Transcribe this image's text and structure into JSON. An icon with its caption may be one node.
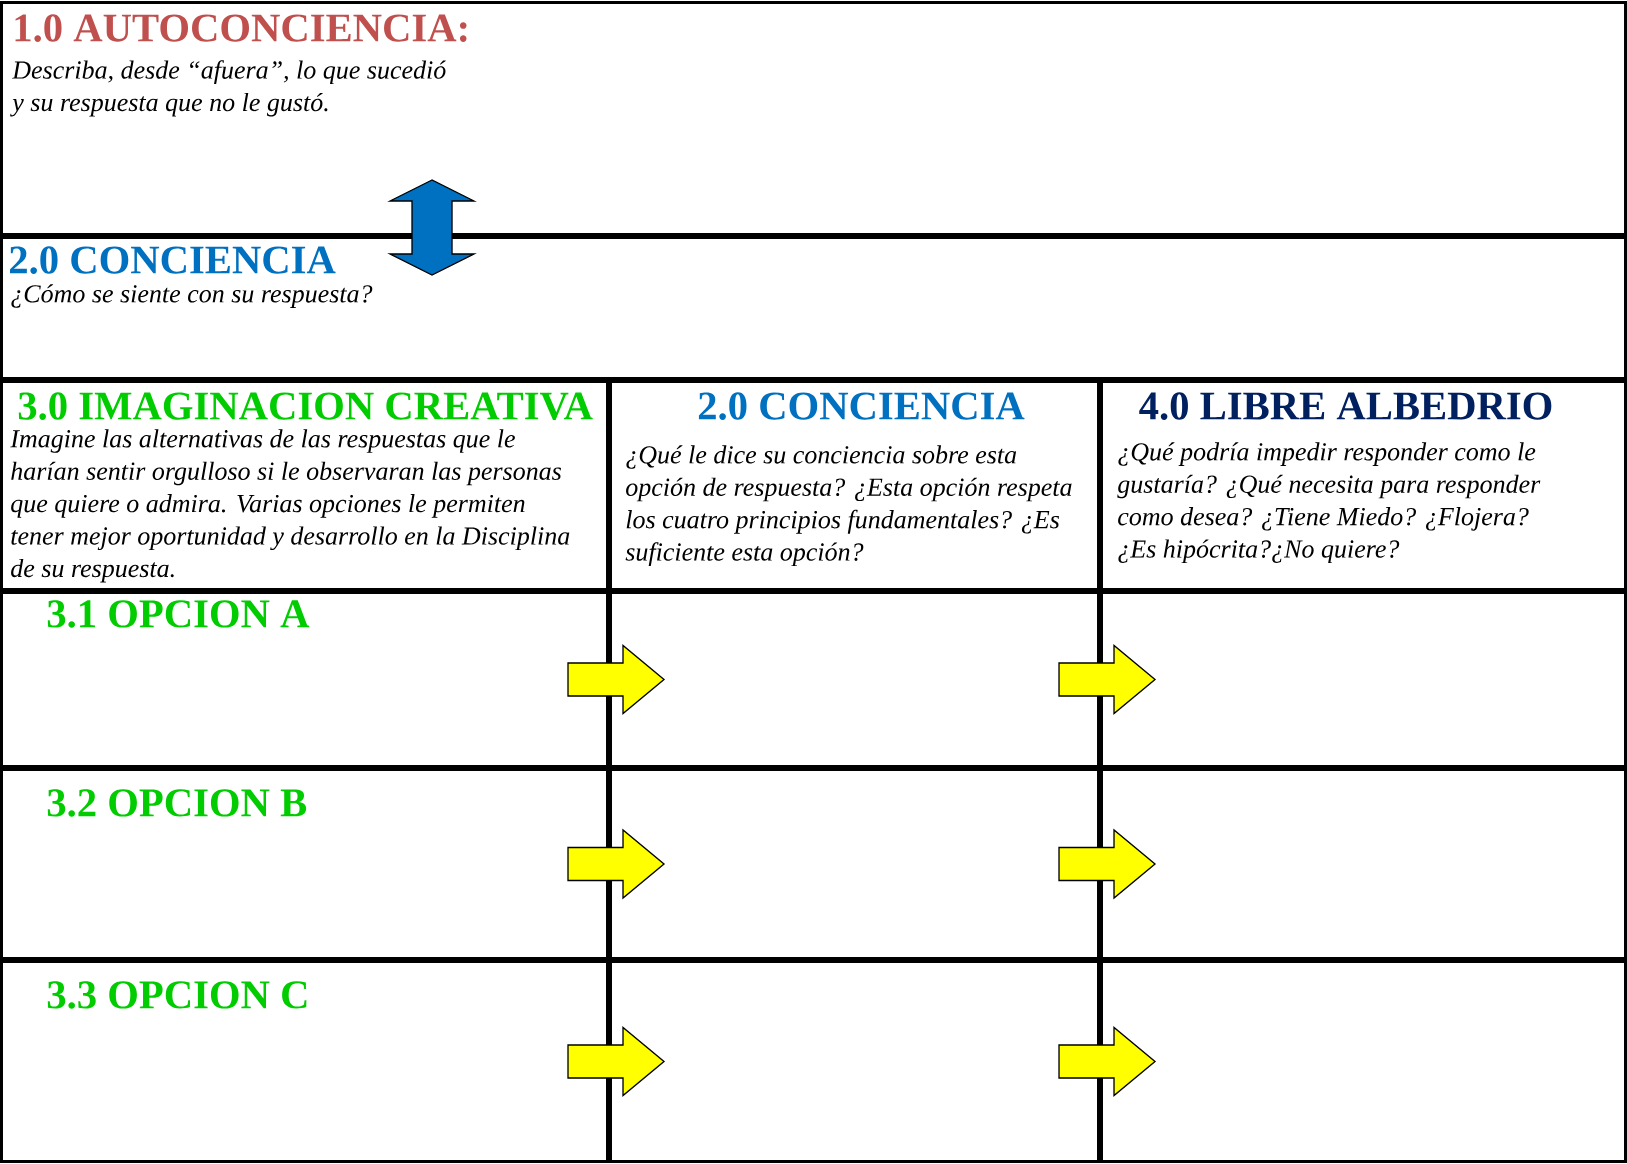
{
  "diagram": {
    "nodes": [
      {
        "text": [
          "1.0 AUTOCONCIENCIA:",
          "Describa, desde “afuera”, lo que sucedió y su respuesta que no le gustó."
        ]
      },
      {
        "text": [
          "2.0 CONCIENCIA",
          "¿Cómo se siente con su respuesta?"
        ]
      },
      {
        "text": [
          "3.0 IMAGINACION CREATIVA",
          "Imagine las alternativas de las respuestas que le harían sentir orgulloso si le observaran las personas que quiere o admira. Varias opciones le permiten tener mejor oportunidad y desarrollo en la Disciplina de su respuesta."
        ]
      },
      {
        "text": [
          "2.0 CONCIENCIA",
          "¿Qué le dice su conciencia sobre esta opción de respuesta? ¿Esta opción respeta los cuatro principios fundamentales? ¿Es suficiente esta opción?"
        ]
      },
      {
        "text": [
          "4.0 LIBRE ALBEDRIO",
          "¿Qué podría impedir responder como le gustaría? ¿Qué necesita para responder como desea? ¿Tiene Miedo? ¿Flojera? ¿Es hipócrita?¿No quiere?"
        ]
      },
      {
        "text": [
          "3.1 OPCION A"
        ]
      },
      {
        "text": [],
        "shape": "box"
      },
      {
        "text": [],
        "shape": "box"
      },
      {
        "text": [
          "3.2 OPCION B"
        ]
      },
      {
        "text": [],
        "shape": "box"
      },
      {
        "text": [],
        "shape": "box"
      },
      {
        "text": [
          "3.3 OPCION C"
        ]
      },
      {
        "text": [],
        "shape": "box"
      },
      {
        "text": [],
        "shape": "box"
      }
    ],
    "edges": [
      {
        "from": 0,
        "to": 1,
        "arrow": "both",
        "color": "#0070c0"
      },
      {
        "from": 5,
        "to": 6,
        "arrow": "to"
      },
      {
        "from": 6,
        "to": 7,
        "arrow": "to"
      },
      {
        "from": 8,
        "to": 9,
        "arrow": "to"
      },
      {
        "from": 9,
        "to": 10,
        "arrow": "to"
      },
      {
        "from": 11,
        "to": 12,
        "arrow": "to"
      },
      {
        "from": 12,
        "to": 13,
        "arrow": "to"
      }
    ]
  }
}
